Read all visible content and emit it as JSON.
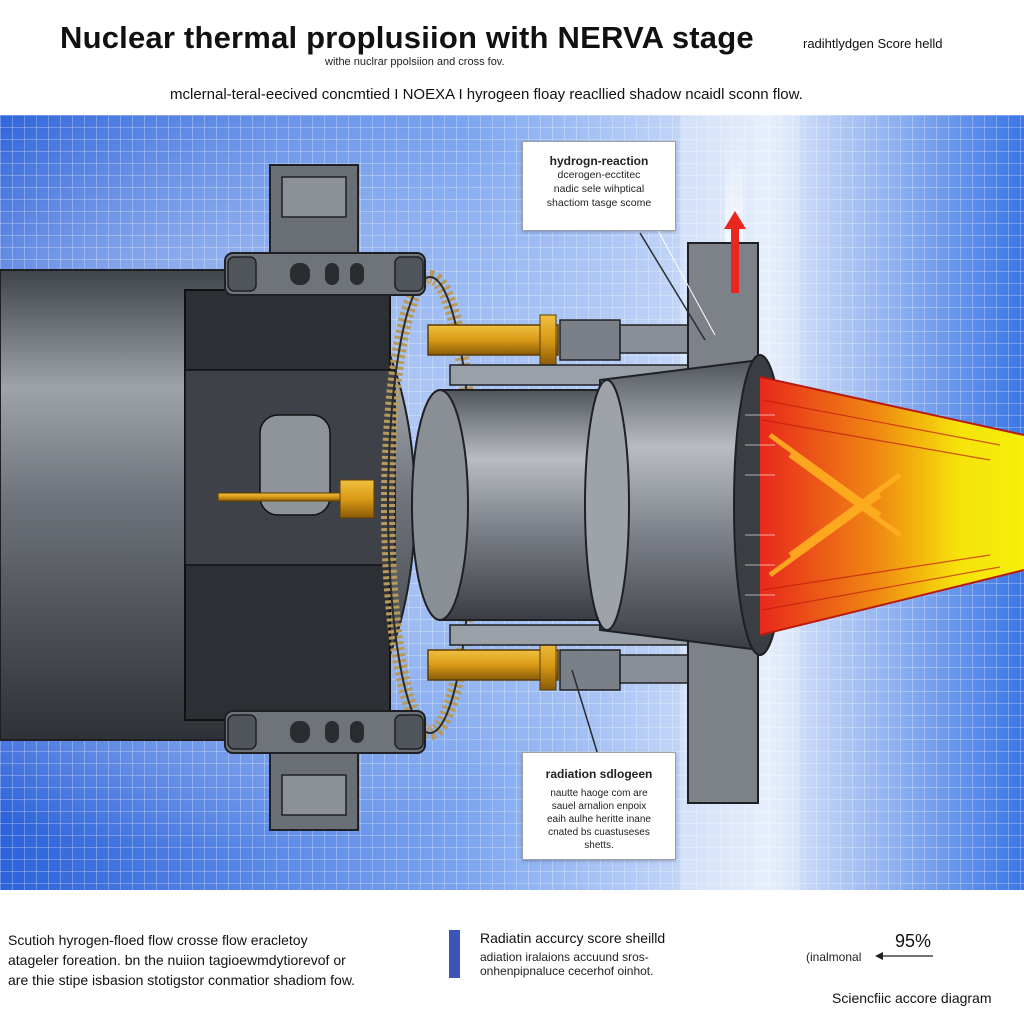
{
  "header": {
    "title": "Nuclear thermal proplusiion with NERVA stage",
    "subtitle": "withe nuclrar ppolsiion and cross fov.",
    "top_right": "radihtlydgen Score helld",
    "tagline": "mclernal-teral-eecived concmtied I NOEXA I hyrogeen floay reacllied shadow ncaidl sconn flow."
  },
  "callouts": {
    "top": {
      "title": "hydrogn-reaction",
      "lines": [
        "dcerogen-ecctitec",
        "nadic sele wihptical",
        "shactiom tasge scome"
      ]
    },
    "bottom": {
      "title": "radiation sdlogeen",
      "lines": [
        "nautte haoge com are",
        "sauel arnalion enpoix",
        "eaih aulhe heritte inane",
        "cnated bs cuastuseses",
        "shetts."
      ]
    }
  },
  "footer": {
    "left_lines": [
      "Scutioh hyrogen-floed flow crosse flow eracletoy",
      "atageler foreation. bn the nuiion tagioewmdytiorevof or",
      "are thie stipe isbasion stotigstor conmatior shadiom fow."
    ],
    "mid_title": "Radiatin accurcy score sheilld",
    "mid_lines": [
      "adiation iralaions accuund sros-",
      "onhenpipnaluce cecerhof oinhot."
    ],
    "percent": "95%",
    "min_label": "(inalmonal",
    "caption": "Sciencfiic accore diagram"
  },
  "colors": {
    "grid_blue": "#2f6fe0",
    "engine_gray": "#5b5f66",
    "flame_red": "#e8281c",
    "flame_yellow": "#f6f00a",
    "gold": "#d99a16",
    "marker_blue": "#3a55b8"
  }
}
